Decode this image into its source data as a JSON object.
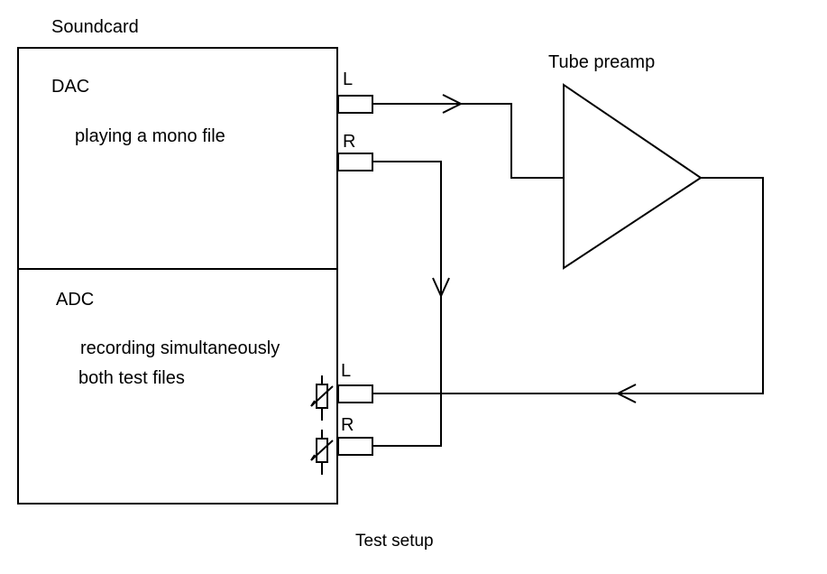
{
  "labels": {
    "soundcard": "Soundcard",
    "dac": "DAC",
    "dac_desc": "playing a mono file",
    "adc": "ADC",
    "adc_desc_line1": "recording simultaneously",
    "adc_desc_line2": "both test files",
    "preamp": "Tube preamp",
    "dac_out_left": "L",
    "dac_out_right": "R",
    "adc_in_left": "L",
    "adc_in_right": "R",
    "caption": "Test setup"
  },
  "colors": {
    "line": "#000000",
    "background": "#ffffff"
  }
}
